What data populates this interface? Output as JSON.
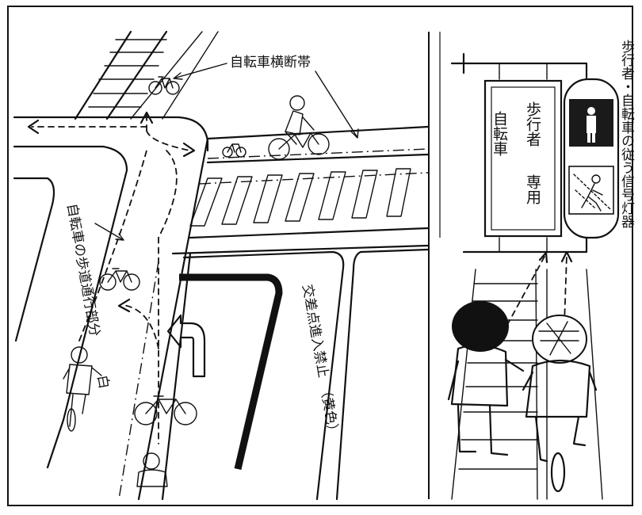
{
  "labels": {
    "bicycle_crossing_zone": "自転車横断帯",
    "sidewalk_bike_passage": "自転車の歩道通行部分",
    "sidewalk_color": "白",
    "no_entry_zone": "交差点進入禁止",
    "no_entry_color": "（黄色）",
    "signal_description": "歩行者・自転車の従う信号灯器",
    "sign_pedestrian": "歩行者",
    "sign_bicycle": "自転車",
    "sign_dedicated": "専用"
  },
  "colors": {
    "ink": "#111111",
    "paper": "#ffffff",
    "signal_dark": "#1a1a1a"
  }
}
